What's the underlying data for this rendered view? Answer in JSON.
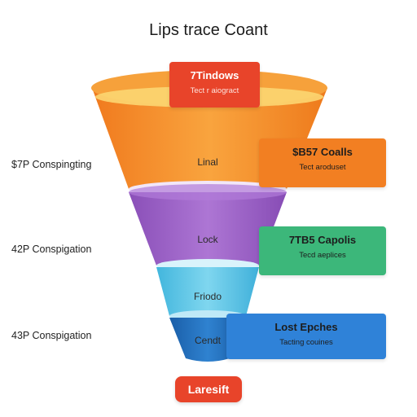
{
  "title": "Lips trace Coant",
  "top_box": {
    "title": "7Tindows",
    "subtitle": "Tect r aiogract"
  },
  "tiers": [
    {
      "label": "Linal",
      "color": "#f5922f"
    },
    {
      "label": "Lock",
      "color": "#9a60c4"
    },
    {
      "label": "Friodo",
      "color": "#59c4e4"
    },
    {
      "label": "Cendt",
      "color": "#1f6fc0"
    }
  ],
  "left_labels": [
    "$7P Conspingting",
    "42P Conspigation",
    "43P Conspigation"
  ],
  "callouts": [
    {
      "title": "$B57 Coalls",
      "subtitle": "Tect aroduset"
    },
    {
      "title": "7TB5 Capolis",
      "subtitle": "Tecd aeplices"
    },
    {
      "title": "Lost Epches",
      "subtitle": "Tacting couines"
    }
  ],
  "bottom_button": "Laresift"
}
